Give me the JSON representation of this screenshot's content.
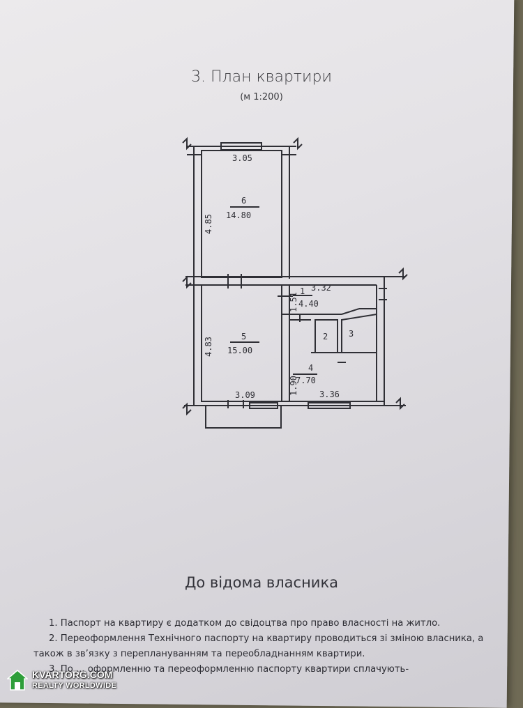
{
  "header": {
    "title": "3. План квартири",
    "scale": "(м 1:200)"
  },
  "plan": {
    "room6": {
      "number": "6",
      "area": "14.80",
      "width": "3.05",
      "length": "4.85"
    },
    "room5": {
      "number": "5",
      "area": "15.00",
      "width": "3.09",
      "length": "4.83"
    },
    "room1": {
      "number": "1",
      "area": "4.40",
      "width": "3.32",
      "depth": "1.51"
    },
    "room2": {
      "number": "2"
    },
    "room3": {
      "number": "3"
    },
    "room4": {
      "number": "4",
      "area": "7.70",
      "width": "3.36",
      "depth": "1.90"
    }
  },
  "owner_notice": {
    "title": "До відома власника",
    "items": [
      "1. Паспорт на квартиру є додатком до свідоцтва про право власності на житло.",
      "2. Переоформлення Технічного паспорту на квартиру проводиться зі зміною власника, а також в зв’язку з переплануванням та переобладнанням квартири.",
      "3. По ... оформленню та переоформленню паспорту квартири сплачують-"
    ]
  },
  "watermark": {
    "line1": "KVARTORG.COM",
    "line2": "REALTY WORLDWIDE",
    "color": "#2e9e3a"
  }
}
